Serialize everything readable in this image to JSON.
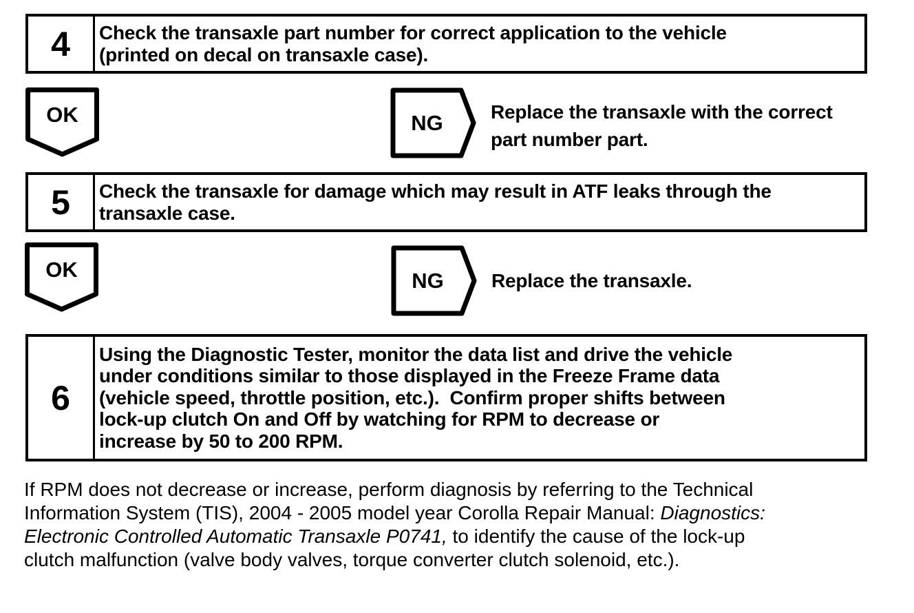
{
  "page": {
    "background_color": "#ffffff",
    "ink_color": "#000000",
    "shape_names": [
      "ok-pennant-down-arrow",
      "ng-right-arrow-tag"
    ]
  },
  "steps": [
    {
      "number": "4",
      "text": "Check the transaxle part number for correct application to the vehicle\n(printed on decal on transaxle case).",
      "ok_label": "OK",
      "ng_label": "NG",
      "ng_text": "Replace the transaxle with the correct\npart number part."
    },
    {
      "number": "5",
      "text": "Check the transaxle for damage which may result in ATF leaks through the\ntransaxle case.",
      "ok_label": "OK",
      "ng_label": "NG",
      "ng_text": "Replace the transaxle."
    },
    {
      "number": "6",
      "text": "Using the Diagnostic Tester, monitor the data list and drive the vehicle\nunder conditions similar to those displayed in the Freeze Frame data\n(vehicle speed, throttle position, etc.).  Confirm proper shifts between\nlock-up clutch On and Off by watching for RPM to decrease or\nincrease by 50 to 200 RPM."
    }
  ],
  "footer": {
    "lines": [
      {
        "parts": [
          {
            "text": "If RPM does not decrease or increase, perform diagnosis by referring to the Technical",
            "italic": false
          }
        ]
      },
      {
        "parts": [
          {
            "text": "Information System (TIS), 2004 - 2005 model year Corolla Repair Manual: ",
            "italic": false
          },
          {
            "text": "Diagnostics:",
            "italic": true
          }
        ]
      },
      {
        "parts": [
          {
            "text": "Electronic Controlled Automatic Transaxle P0741,",
            "italic": true
          },
          {
            "text": " to identify the cause of the lock-up",
            "italic": false
          }
        ]
      },
      {
        "parts": [
          {
            "text": "clutch malfunction (valve body valves, torque converter clutch solenoid, etc.).",
            "italic": false
          }
        ]
      }
    ]
  }
}
